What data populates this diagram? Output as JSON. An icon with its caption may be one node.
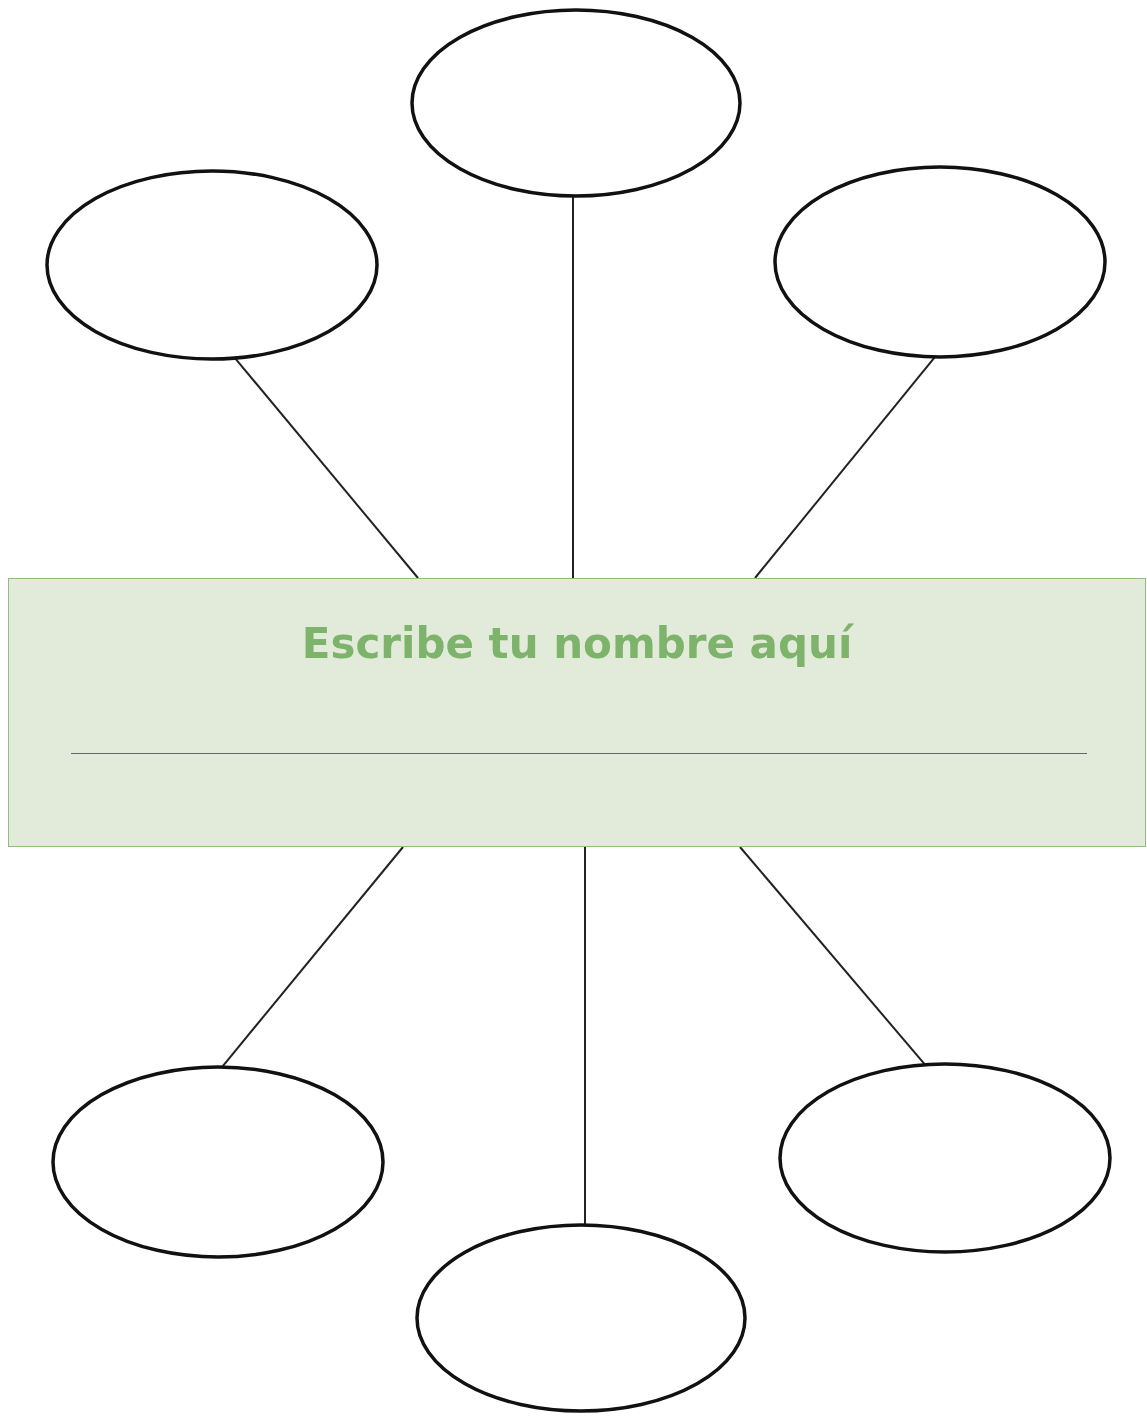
{
  "diagram": {
    "nodes": [
      {
        "text": [],
        "shape": "circle"
      },
      {
        "text": [],
        "shape": "circle"
      },
      {
        "text": [],
        "shape": "circle"
      },
      {
        "text": [
          "Escribe tu nombre aquí"
        ]
      },
      {
        "text": [],
        "shape": "circle"
      },
      {
        "text": [],
        "shape": "circle"
      },
      {
        "text": [],
        "shape": "circle"
      }
    ],
    "edges": [
      {
        "from": 3,
        "to": 0,
        "arrow": "none"
      },
      {
        "from": 3,
        "to": 1,
        "arrow": "none"
      },
      {
        "from": 3,
        "to": 2,
        "arrow": "none"
      },
      {
        "from": 3,
        "to": 4,
        "arrow": "none"
      },
      {
        "from": 3,
        "to": 5,
        "arrow": "none"
      },
      {
        "from": 3,
        "to": 6,
        "arrow": "none"
      }
    ]
  }
}
